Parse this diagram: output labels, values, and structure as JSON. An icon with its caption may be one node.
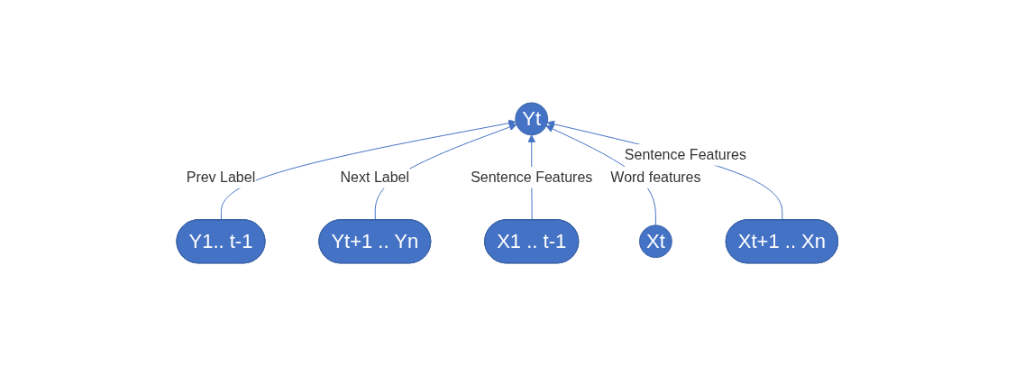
{
  "diagram": {
    "nodes": [
      {
        "text": [
          "Y1.. t-1"
        ]
      },
      {
        "text": [
          "Yt"
        ]
      },
      {
        "text": [
          "Yt+1 .. Yn"
        ]
      },
      {
        "text": [
          "X1 .. t-1"
        ]
      },
      {
        "text": [
          "Xt"
        ]
      },
      {
        "text": [
          "Xt+1 .. Xn"
        ]
      }
    ],
    "edges": [
      {
        "from": 0,
        "to": 1,
        "arrow": "to",
        "label": "Prev Label"
      },
      {
        "from": 2,
        "to": 1,
        "arrow": "to",
        "label": "Next Label"
      },
      {
        "from": 3,
        "to": 1,
        "arrow": "to",
        "label": "Sentence Features"
      },
      {
        "from": 4,
        "to": 1,
        "arrow": "to",
        "label": "Word features"
      },
      {
        "from": 5,
        "to": 1,
        "arrow": "to",
        "label": "Sentence Features"
      }
    ]
  }
}
